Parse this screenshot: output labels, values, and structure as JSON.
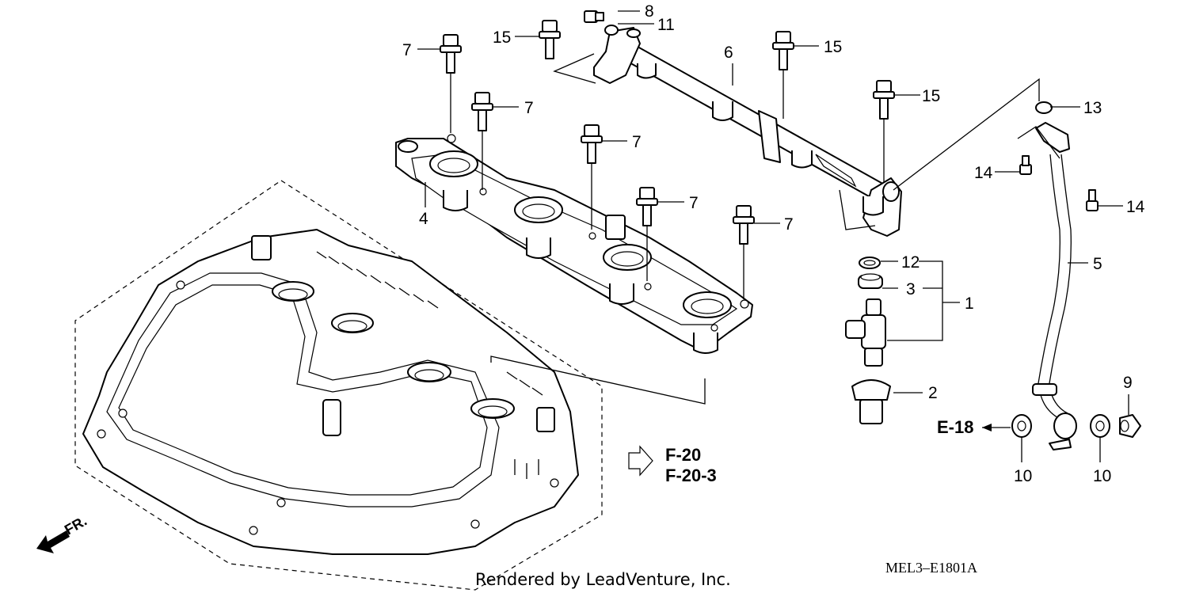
{
  "callouts": {
    "c1": "1",
    "c2": "2",
    "c3": "3",
    "c4": "4",
    "c5": "5",
    "c6": "6",
    "c7a": "7",
    "c7b": "7",
    "c7c": "7",
    "c7d": "7",
    "c7e": "7",
    "c8": "8",
    "c9": "9",
    "c10a": "10",
    "c10b": "10",
    "c11": "11",
    "c12": "12",
    "c13": "13",
    "c14a": "14",
    "c14b": "14",
    "c15a": "15",
    "c15b": "15",
    "c15c": "15"
  },
  "references": {
    "e18": "E-18",
    "f20": "F-20",
    "f20_3": "F-20-3",
    "front": "FR."
  },
  "footer": {
    "credit": "Rendered by LeadVenture, Inc.",
    "diagram_code": "MEL3–E1801A"
  }
}
